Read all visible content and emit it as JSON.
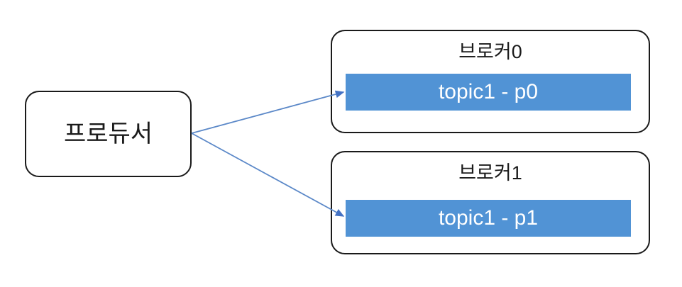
{
  "diagram": {
    "title": "Kafka producer to broker partition diagram",
    "background_color": "#ffffff",
    "producer": {
      "label": "프로듀서",
      "border_color": "#1a1a1a",
      "fill_color": "#ffffff"
    },
    "brokers": [
      {
        "title": "브로커0",
        "partition": {
          "label": "topic1 - p0",
          "fill_color": "#5193D5",
          "text_color": "#ffffff"
        }
      },
      {
        "title": "브로커1",
        "partition": {
          "label": "topic1 - p1",
          "fill_color": "#5193D5",
          "text_color": "#ffffff"
        }
      }
    ],
    "connectors": [
      {
        "name": "producer-to-broker0",
        "color": "#5B88C8",
        "from": "프로듀서",
        "to": "topic1 - p0"
      },
      {
        "name": "producer-to-broker1",
        "color": "#5B88C8",
        "from": "프로듀서",
        "to": "topic1 - p1"
      }
    ]
  }
}
